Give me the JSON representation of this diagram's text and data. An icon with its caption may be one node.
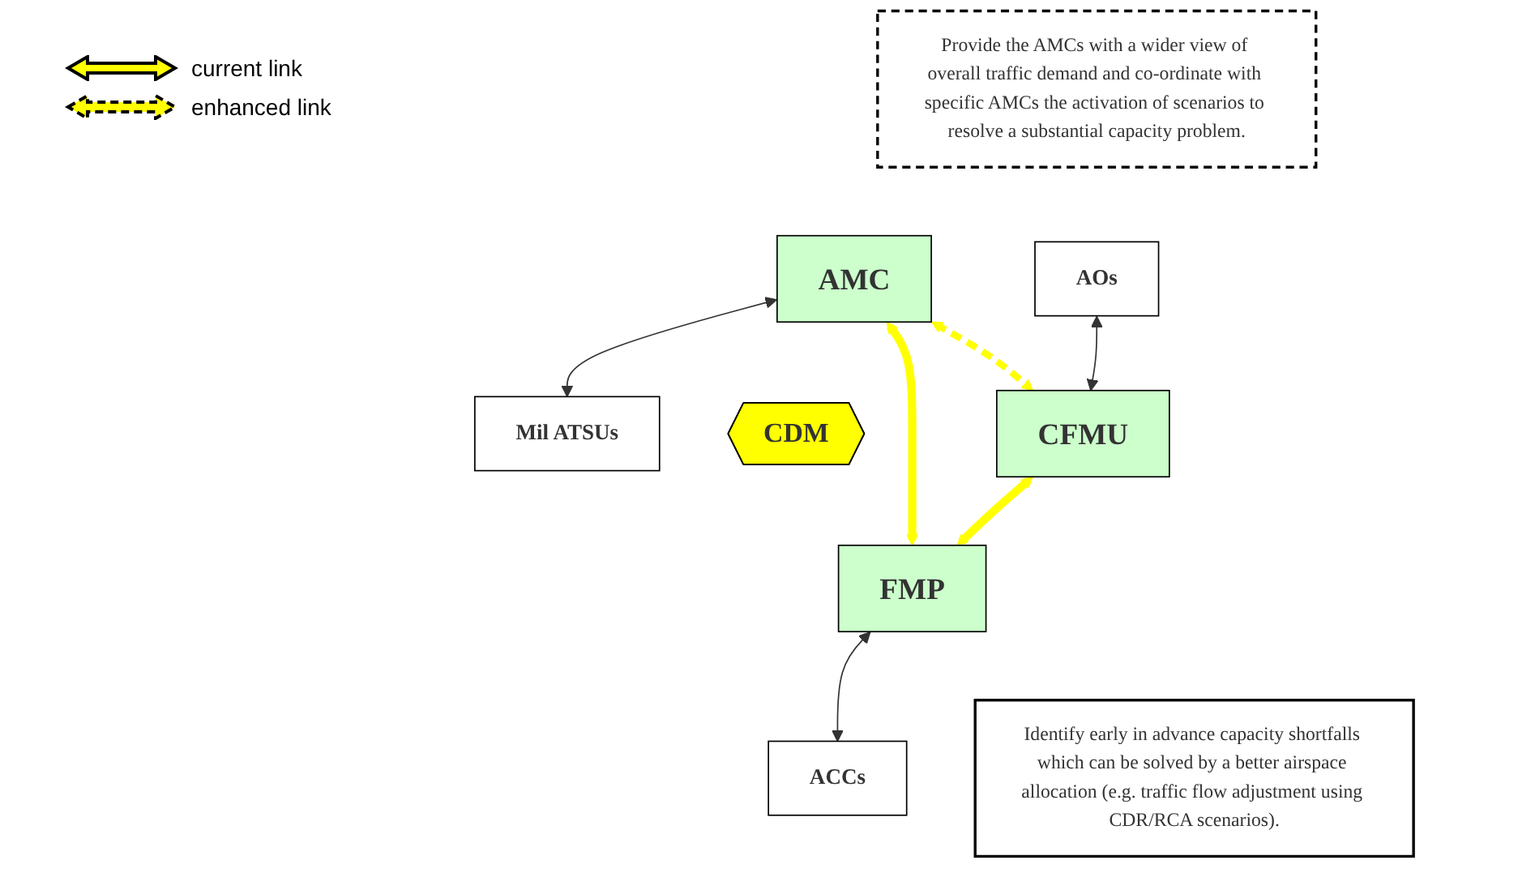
{
  "diagram": {
    "nodes": [
      {
        "text": [
          "AMC"
        ]
      },
      {
        "text": [
          "Mil ATSUs"
        ]
      },
      {
        "text": [
          "Provide the AMCs with a wider view of overall traffic demand and co-ordinate with specific AMCs the activation of scenarios to resolve a substantial capacity problem."
        ]
      },
      {
        "text": [
          "CDM"
        ]
      },
      {
        "text": [
          "AOs"
        ]
      },
      {
        "text": [
          "CFMU"
        ]
      },
      {
        "text": [
          "FMP"
        ]
      },
      {
        "text": [
          "ACCs"
        ]
      },
      {
        "text": [
          "Identify early in advance capacity shortfalls which can be solved by a better airspace allocation (e.g. traffic flow adjustment using CDR/RCA scenarios)."
        ]
      }
    ],
    "edges": [
      {
        "from": 0,
        "to": 1,
        "arrow": "both"
      },
      {
        "from": 0,
        "to": 5,
        "arrow": "both",
        "style": "dashed",
        "color": "#ffff00"
      },
      {
        "from": 0,
        "to": 6,
        "arrow": "both",
        "style": "thick",
        "color": "#ffff00"
      },
      {
        "from": 4,
        "to": 5,
        "arrow": "both"
      },
      {
        "from": 5,
        "to": 6,
        "arrow": "both",
        "style": "thick",
        "color": "#ffff00"
      },
      {
        "from": 6,
        "to": 7,
        "arrow": "both"
      }
    ],
    "legend": [
      {
        "text": "current link"
      },
      {
        "text": "enhanced link"
      }
    ]
  }
}
